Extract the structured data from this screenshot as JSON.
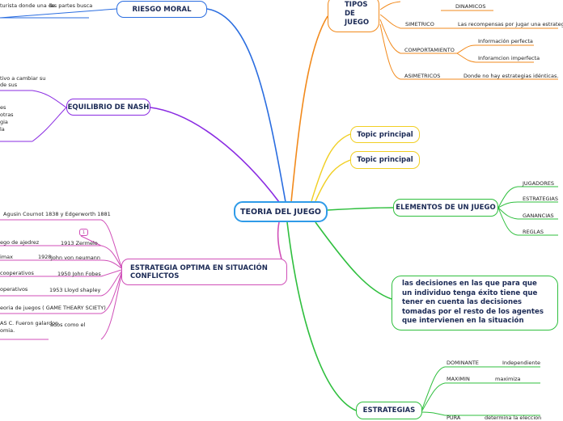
{
  "colors": {
    "center": "#2f9be8",
    "riesgo": "#2a6de0",
    "nash": "#8a2be2",
    "estrategia": "#d04fb8",
    "tipos": "#f28a1c",
    "topic": "#f1cf23",
    "elementos": "#2fbf3e",
    "text_node": "#2fbf3e",
    "estrategias": "#2fbf3e"
  },
  "center": {
    "label": "TEORIA DEL JUEGO"
  },
  "riesgo": {
    "label": "RIESGO MORAL",
    "detail_left": "turista donde una de",
    "detail_right": "las partes busca"
  },
  "nash": {
    "label": "EQUILIBRIO DE NASH",
    "detail_top": [
      "tivo a cambiar su",
      "de sus"
    ],
    "detail_bottom": [
      "es",
      "otras",
      "gia",
      "la"
    ]
  },
  "estrategia_optima": {
    "label": "ESTRATEGIA OPTIMA EN SITUACIÓN CONFLICTOS",
    "badge": "1",
    "items": [
      {
        "left": "Agusin Cournot 1838 y Edgerworth 1881",
        "right": ""
      },
      {
        "left": "ego de ajedrez",
        "right": "1913 Zermelo"
      },
      {
        "left": "imax",
        "right": "1928",
        "right2": "John von neumann"
      },
      {
        "left": "cooperativos",
        "right": "1950 John Fobes"
      },
      {
        "left": "operativos",
        "right": "1953 Lloyd shapley"
      },
      {
        "left": "eoria de juegos ( GAME THEARY SCIETY)",
        "right": ""
      },
      {
        "left": "AS C. Fueron galardon",
        "right": "ados como el",
        "left2": "omia."
      }
    ]
  },
  "tipos": {
    "label_lines": [
      "TIPOS",
      "DE",
      "JUEGO"
    ],
    "children": [
      {
        "label": "",
        "detail": "DINAMICOS"
      },
      {
        "label": "SIMETRICO",
        "detail": "Las recompensas por jugar una estrategia."
      },
      {
        "label": "COMPORTAMIENTO",
        "details": [
          "Información perfecta",
          "Inforamcion imperfecta"
        ]
      },
      {
        "label": "ASIMETRICOS",
        "detail": "Donde no hay estrategias idénticas."
      }
    ]
  },
  "topics": [
    "Topic principal",
    "Topic principal"
  ],
  "elementos": {
    "label": "ELEMENTOS DE UN JUEGO",
    "items": [
      "JUGADORES",
      "ESTRATEGIAS",
      "GANANCIAS",
      "REGLAS"
    ]
  },
  "definicion": {
    "text": "las decisiones en las que para que un individuo tenga éxito tiene que tener en cuenta las decisiones tomadas por el resto de los agentes que intervienen en la situación"
  },
  "estrategias": {
    "label": "ESTRATEGIAS",
    "items": [
      {
        "label": "DOMINANTE",
        "detail": "Independiente"
      },
      {
        "label": "MAXIMIN",
        "detail": "maximiza"
      },
      {
        "label": "PURA",
        "detail": "determina la eleccion"
      }
    ]
  }
}
